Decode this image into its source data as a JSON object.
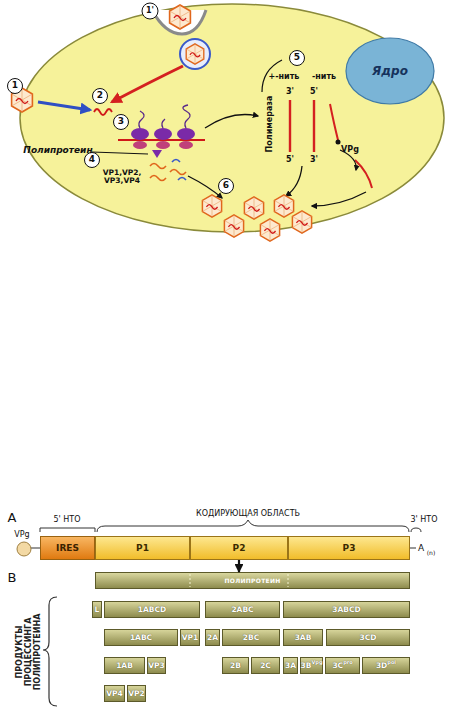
{
  "diagram": {
    "nodes": [
      {
        "text": [
          "Ядро"
        ]
      },
      {
        "text": [
          "IRES"
        ]
      },
      {
        "text": [
          "P1"
        ]
      },
      {
        "text": [
          "P2"
        ]
      },
      {
        "text": [
          "P3"
        ]
      },
      {
        "text": [
          "ПОЛИПРОТЕИН"
        ]
      },
      {
        "text": [
          "L"
        ]
      },
      {
        "text": [
          "1ABCD"
        ]
      },
      {
        "text": [
          "2ABC"
        ]
      },
      {
        "text": [
          "3ABCD"
        ]
      },
      {
        "text": [
          "1ABC"
        ]
      },
      {
        "text": [
          "VP1"
        ]
      },
      {
        "text": [
          "2A"
        ]
      },
      {
        "text": [
          "2BC"
        ]
      },
      {
        "text": [
          "3AB"
        ]
      },
      {
        "text": [
          "3CD"
        ]
      },
      {
        "text": [
          "1AB"
        ]
      },
      {
        "text": [
          "VP3"
        ]
      },
      {
        "text": [
          "2B"
        ]
      },
      {
        "text": [
          "2C"
        ]
      },
      {
        "text": [
          "3A"
        ]
      },
      {
        "text": [
          "3B",
          "Vpg"
        ]
      },
      {
        "text": [
          "3C",
          "pro"
        ]
      },
      {
        "text": [
          "3D",
          "pol"
        ]
      },
      {
        "text": [
          "VP4"
        ]
      },
      {
        "text": [
          "VP2"
        ]
      }
    ],
    "edges": [
      {
        "from": 3,
        "to": 5,
        "arrow": "to"
      }
    ],
    "labels": [
      "1'",
      "1",
      "2",
      "5",
      "+-нить",
      "-нить",
      "3'",
      "5'",
      "3",
      "Полимераза",
      "Полипротеин",
      "4",
      "VP1,VP2, VP3,VP4",
      "VPg",
      "5'",
      "3'",
      "6",
      "A",
      "5' НТО",
      "КОДИРУЮЩАЯ ОБЛАСТЬ",
      "3' НТО",
      "VPg",
      "A",
      "(n)",
      "B",
      "ПРОДУКТЫ ПРОЦЕССИНГА ПОЛИПРОТЕИНА"
    ]
  }
}
